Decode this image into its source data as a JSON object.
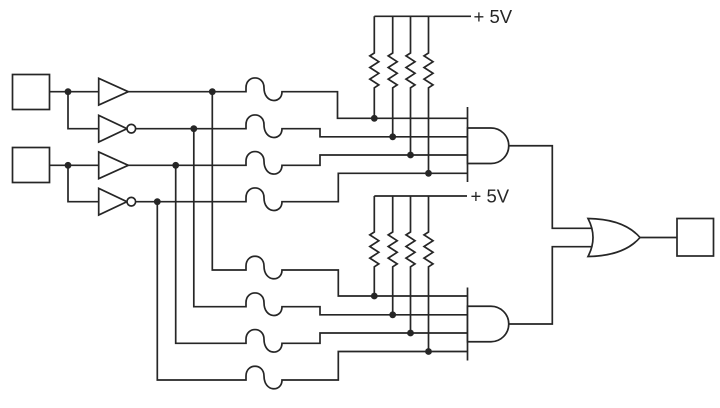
{
  "labels": {
    "supply_top": "+ 5V",
    "supply_bottom": "+ 5V"
  },
  "colors": {
    "line": "#262626",
    "background": "#ffffff"
  },
  "diagram": {
    "type": "logic-schematic",
    "description": "Two input boxes drive buffers and inverters whose outputs pass through fusible links to two 4-input AND gates with +5V pull-up resistors; the AND outputs feed an OR gate that drives one output box.",
    "components": {
      "input_boxes": 2,
      "buffers": 2,
      "inverters": 2,
      "fusible_links": 8,
      "pullup_resistors": 8,
      "and_gates": 2,
      "or_gates": 1,
      "output_boxes": 1
    }
  }
}
